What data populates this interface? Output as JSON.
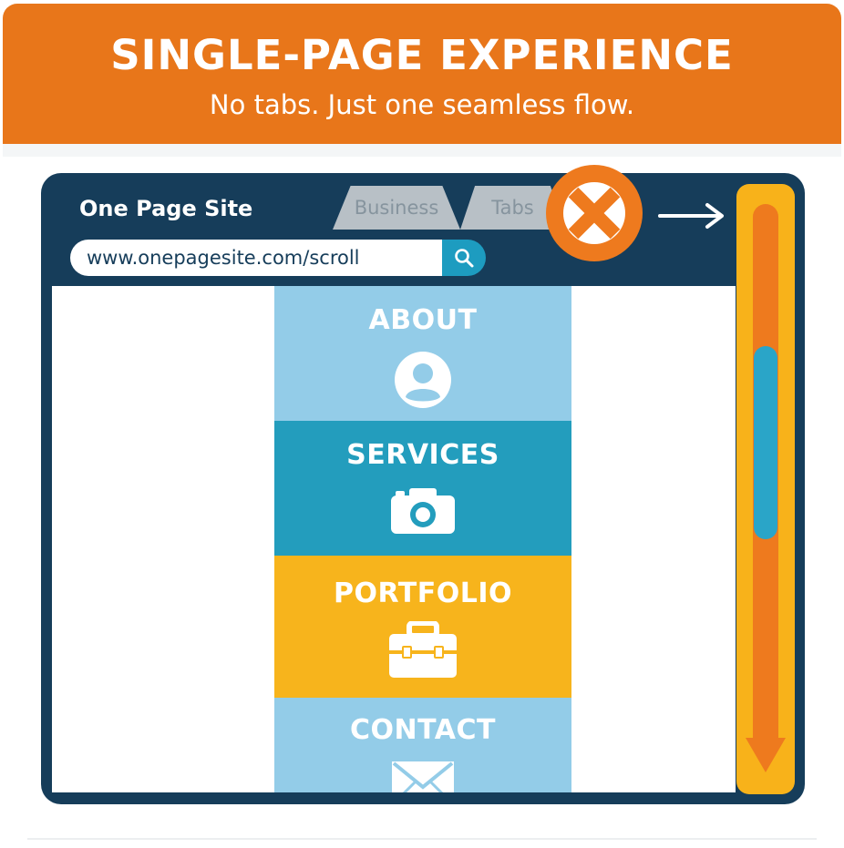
{
  "banner": {
    "title": "SINGLE-PAGE EXPERIENCE",
    "subtitle": "No tabs. Just one seamless flow."
  },
  "browser": {
    "active_tab": "One Page Site",
    "inactive_tabs": [
      "Business",
      "Tabs"
    ],
    "url": "www.onepagesite.com/scroll",
    "icons": {
      "search": "search-icon",
      "no_tabs": "close-circle-icon",
      "pointer": "arrow-right-icon",
      "scroll_down": "arrow-down-icon"
    }
  },
  "sections": [
    {
      "label": "ABOUT",
      "icon": "user-icon",
      "color": "#93cce8"
    },
    {
      "label": "SERVICES",
      "icon": "camera-icon",
      "color": "#239dbd"
    },
    {
      "label": "PORTFOLIO",
      "icon": "briefcase-icon",
      "color": "#f7b41c"
    },
    {
      "label": "CONTACT",
      "icon": "envelope-icon",
      "color": "#93cce8"
    }
  ],
  "colors": {
    "accent_orange": "#e8761a",
    "browser_navy": "#163d5a",
    "scrollbar_yellow": "#f8b21a",
    "scroll_thumb_blue": "#2aa5c8"
  }
}
